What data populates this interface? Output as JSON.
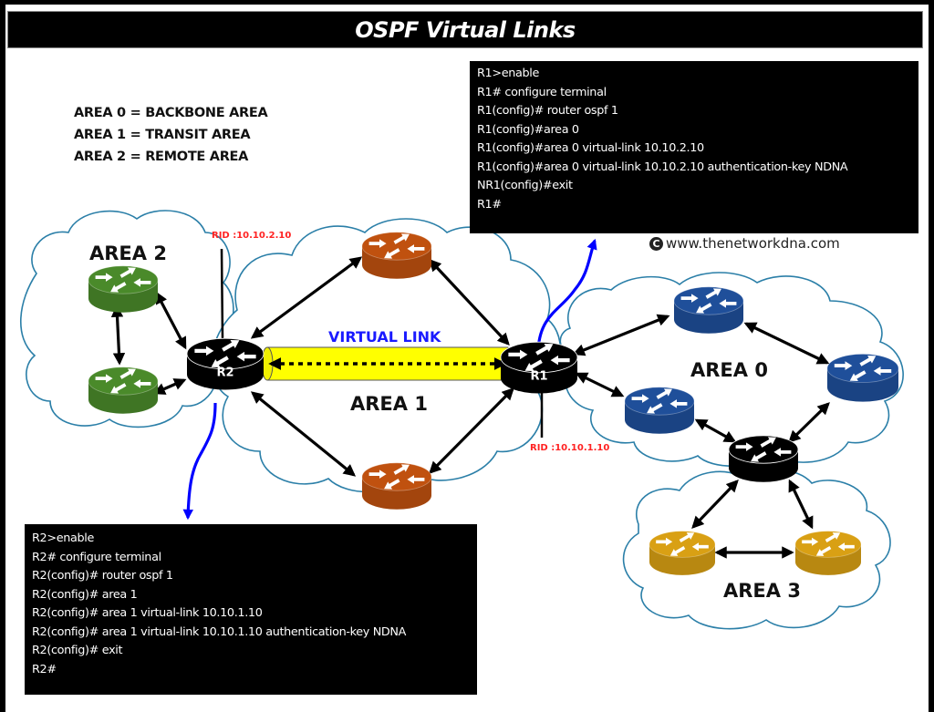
{
  "title": "OSPF Virtual Links",
  "legend": [
    "AREA 0 = BACKBONE AREA",
    "AREA 1 = TRANSIT AREA",
    "AREA 2 = REMOTE AREA"
  ],
  "copyright": {
    "icon": "copyright-icon",
    "symbol": "C",
    "text": "www.thenetworkdna.com"
  },
  "cli_r1": [
    "R1>enable",
    "R1# configure terminal",
    "R1(config)# router ospf 1",
    "R1(config)#area 0",
    "R1(config)#area 0 virtual-link 10.10.2.10",
    "R1(config)#area 0 virtual-link 10.10.2.10 authentication-key NDNA",
    "NR1(config)#exit",
    "R1#"
  ],
  "cli_r2": [
    "R2>enable",
    "R2# configure terminal",
    "R2(config)# router ospf 1",
    "R2(config)# area 1",
    "R2(config)# area 1 virtual-link 10.10.1.10",
    "R2(config)# area 1 virtual-link 10.10.1.10 authentication-key NDNA",
    "R2(config)# exit",
    "R2#"
  ],
  "diagram": {
    "areas": {
      "area0": "AREA 0",
      "area1": "AREA 1",
      "area2": "AREA 2",
      "area3": "AREA 3"
    },
    "virtual_link_label": "VIRTUAL LINK",
    "routers": {
      "r1": {
        "label": "R1",
        "rid": "RID :10.10.1.10"
      },
      "r2": {
        "label": "R2",
        "rid": "RID :10.10.2.10"
      }
    },
    "colors": {
      "area0_router": "#1f4f9a",
      "area1_router": "#c0510f",
      "area2_router": "#4a8a2a",
      "area3_router": "#d9a014",
      "abr_router": "#000000",
      "virtual_link_tube": "#ffff00",
      "cloud_stroke": "#2b7fa8",
      "cli_pointer": "#0000ff",
      "rid_text": "#ff2222",
      "virtual_link_text": "#1a1aff"
    }
  }
}
